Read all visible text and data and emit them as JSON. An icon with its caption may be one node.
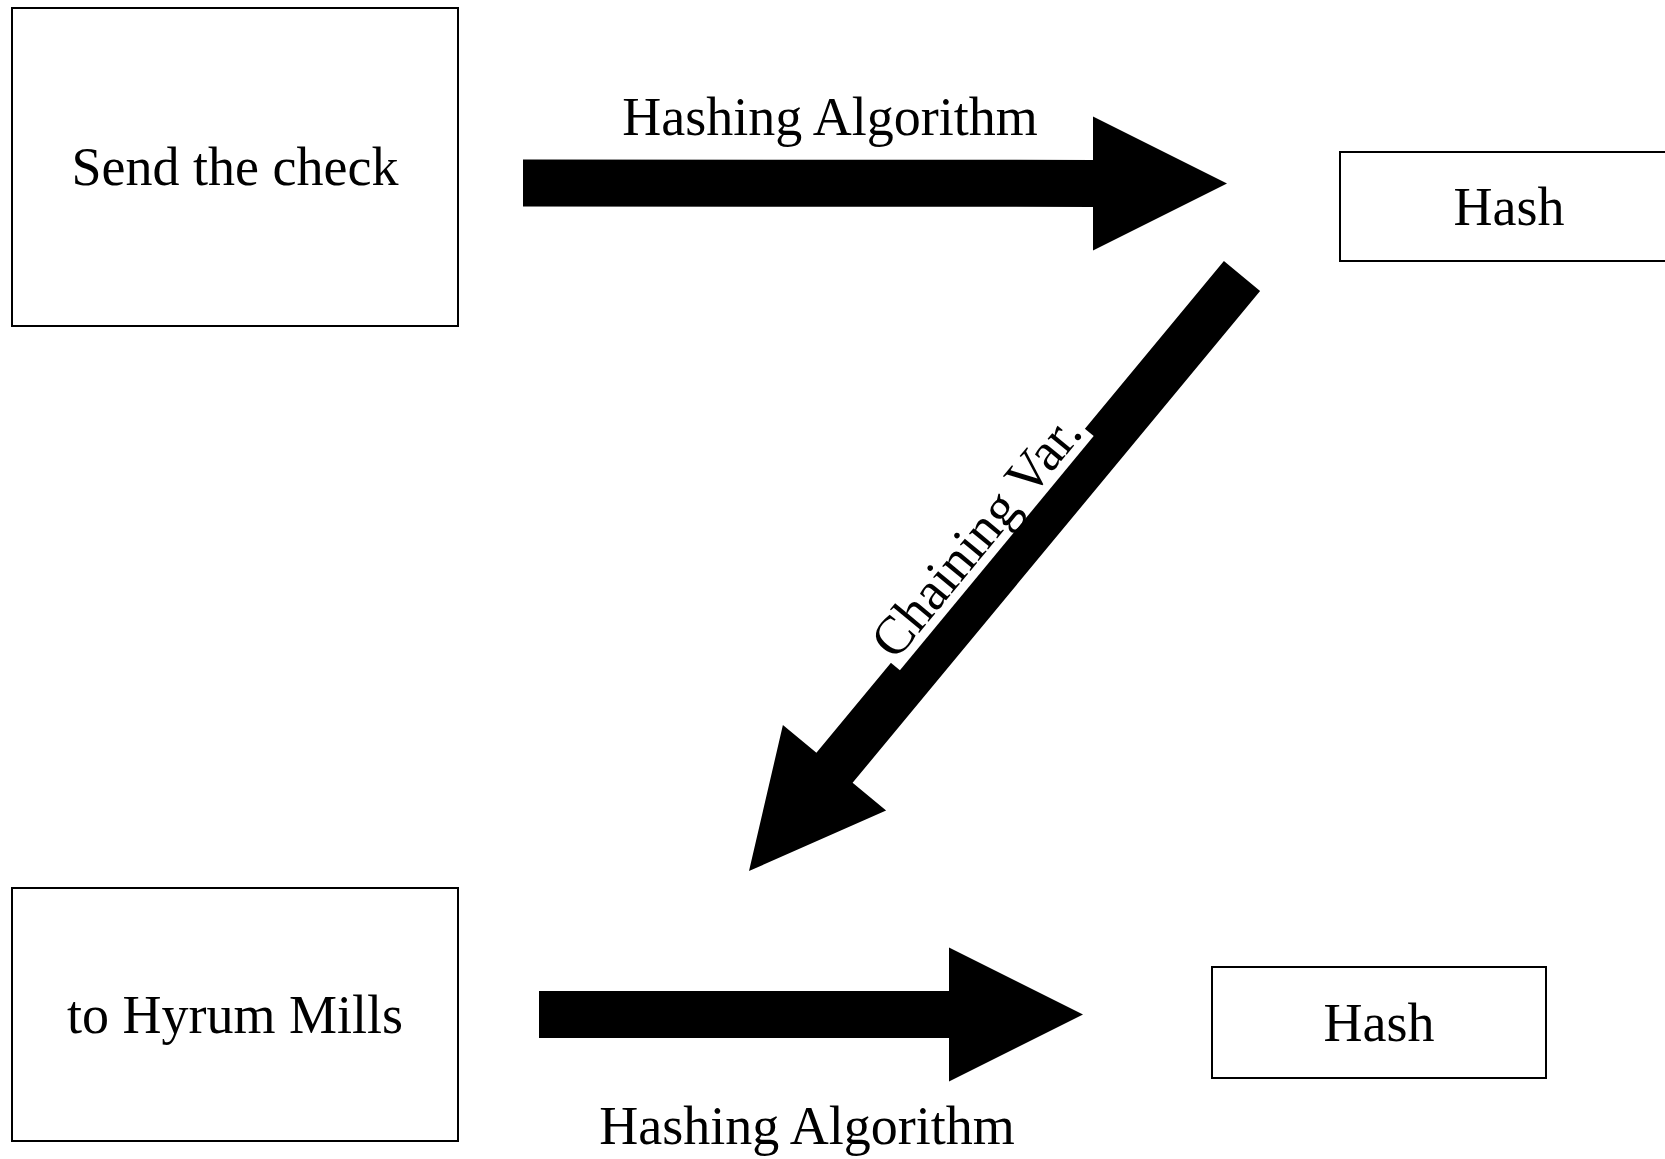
{
  "diagram": {
    "nodes": [
      {
        "text": [
          "Send the check"
        ]
      },
      {
        "text": [
          "Hash"
        ]
      },
      {
        "text": [
          "to Hyrum Mills"
        ]
      },
      {
        "text": [
          "Hash"
        ]
      }
    ],
    "edges": [
      {
        "from": 0,
        "to": 1,
        "arrow": "to",
        "label": "Hashing Algorithm",
        "style": "thick"
      },
      {
        "from": 1,
        "to": 2,
        "arrow": "to",
        "label": "Chaining Var.",
        "style": "thick"
      },
      {
        "from": 2,
        "to": 3,
        "arrow": "to",
        "label": "Hashing Algorithm",
        "style": "thick"
      }
    ]
  }
}
